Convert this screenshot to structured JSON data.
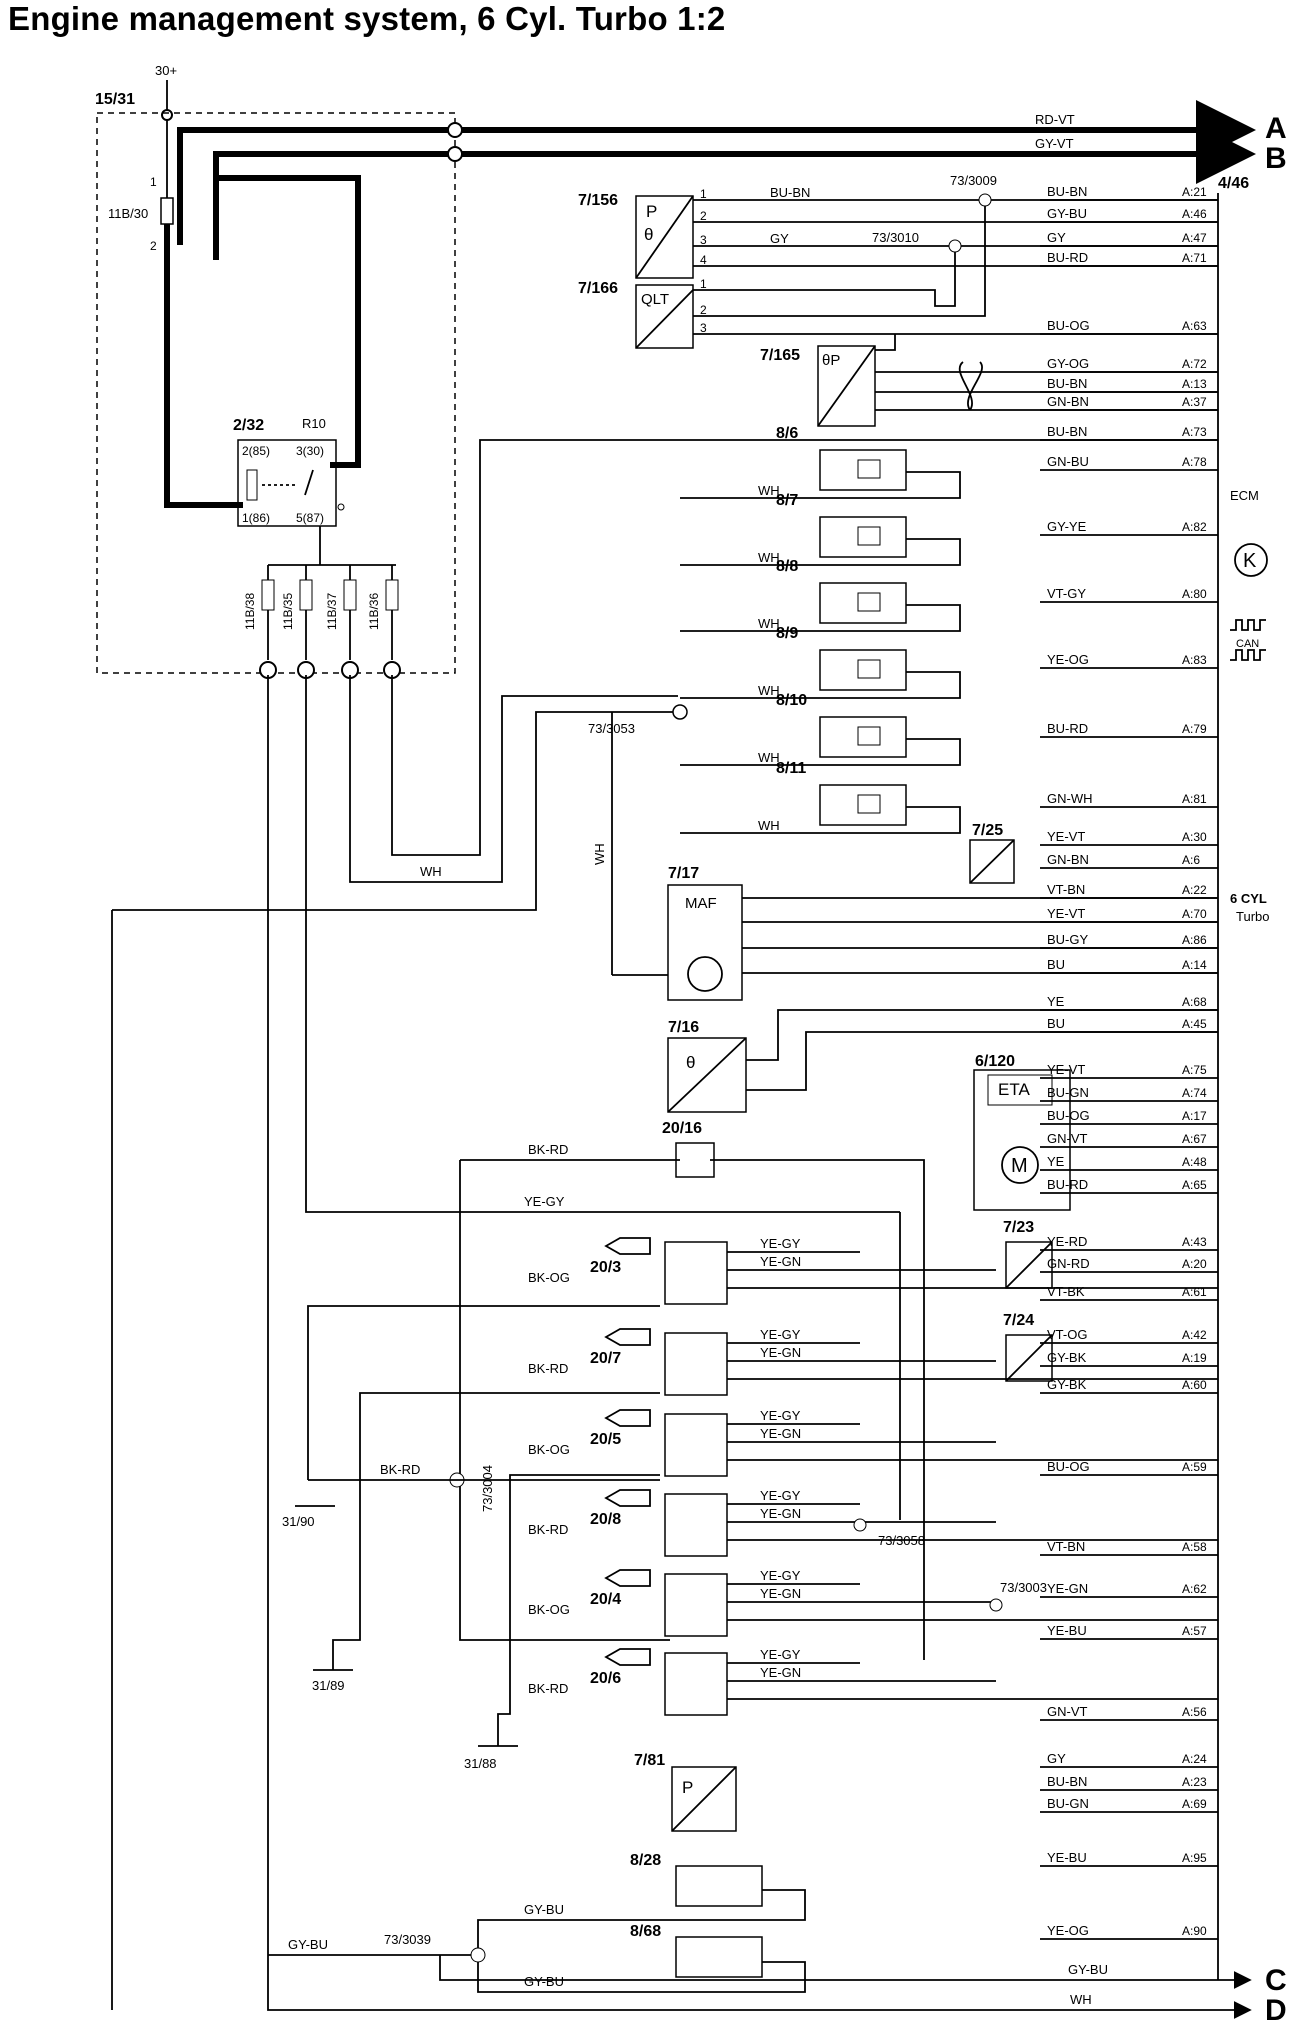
{
  "title": "Engine management system, 6 Cyl. Turbo 1:2",
  "supply": {
    "terminal": "30+",
    "module": "15/31",
    "fuse_main": "11B/30",
    "relay": "2/32",
    "relay_name": "R10"
  },
  "relay_pins": [
    "2(85)",
    "3(30)",
    "1(86)",
    "5(87)"
  ],
  "fuses": [
    "11B/38",
    "11B/35",
    "11B/37",
    "11B/36"
  ],
  "outputs": [
    {
      "letter": "A",
      "wire": "RD-VT"
    },
    {
      "letter": "B",
      "wire": "GY-VT"
    },
    {
      "letter": "C",
      "wire": "GY-BU"
    },
    {
      "letter": "D",
      "wire": "WH"
    }
  ],
  "ecm": {
    "connector": "4/46",
    "name": "ECM",
    "variant_line1": "6 CYL",
    "variant_line2": "Turbo",
    "can": "CAN"
  },
  "ecm_pins": [
    {
      "wire": "BU-BN",
      "pin": "A:21"
    },
    {
      "wire": "GY-BU",
      "pin": "A:46"
    },
    {
      "wire": "GY",
      "pin": "A:47"
    },
    {
      "wire": "BU-RD",
      "pin": "A:71"
    },
    {
      "wire": "BU-OG",
      "pin": "A:63"
    },
    {
      "wire": "GY-OG",
      "pin": "A:72"
    },
    {
      "wire": "BU-BN",
      "pin": "A:13"
    },
    {
      "wire": "GN-BN",
      "pin": "A:37"
    },
    {
      "wire": "BU-BN",
      "pin": "A:73"
    },
    {
      "wire": "GN-BU",
      "pin": "A:78"
    },
    {
      "wire": "GY-YE",
      "pin": "A:82"
    },
    {
      "wire": "VT-GY",
      "pin": "A:80"
    },
    {
      "wire": "YE-OG",
      "pin": "A:83"
    },
    {
      "wire": "BU-RD",
      "pin": "A:79"
    },
    {
      "wire": "GN-WH",
      "pin": "A:81"
    },
    {
      "wire": "YE-VT",
      "pin": "A:30"
    },
    {
      "wire": "GN-BN",
      "pin": "A:6"
    },
    {
      "wire": "VT-BN",
      "pin": "A:22"
    },
    {
      "wire": "YE-VT",
      "pin": "A:70"
    },
    {
      "wire": "BU-GY",
      "pin": "A:86"
    },
    {
      "wire": "BU",
      "pin": "A:14"
    },
    {
      "wire": "YE",
      "pin": "A:68"
    },
    {
      "wire": "BU",
      "pin": "A:45"
    },
    {
      "wire": "YE-VT",
      "pin": "A:75"
    },
    {
      "wire": "BU-GN",
      "pin": "A:74"
    },
    {
      "wire": "BU-OG",
      "pin": "A:17"
    },
    {
      "wire": "GN-VT",
      "pin": "A:67"
    },
    {
      "wire": "YE",
      "pin": "A:48"
    },
    {
      "wire": "BU-RD",
      "pin": "A:65"
    },
    {
      "wire": "YE-RD",
      "pin": "A:43"
    },
    {
      "wire": "GN-RD",
      "pin": "A:20"
    },
    {
      "wire": "VT-BK",
      "pin": "A:61"
    },
    {
      "wire": "VT-OG",
      "pin": "A:42"
    },
    {
      "wire": "GY-BK",
      "pin": "A:19"
    },
    {
      "wire": "GY-BK",
      "pin": "A:60"
    },
    {
      "wire": "BU-OG",
      "pin": "A:59"
    },
    {
      "wire": "VT-BN",
      "pin": "A:58"
    },
    {
      "wire": "YE-GN",
      "pin": "A:62"
    },
    {
      "wire": "YE-BU",
      "pin": "A:57"
    },
    {
      "wire": "GN-VT",
      "pin": "A:56"
    },
    {
      "wire": "GY",
      "pin": "A:24"
    },
    {
      "wire": "BU-BN",
      "pin": "A:23"
    },
    {
      "wire": "BU-GN",
      "pin": "A:69"
    },
    {
      "wire": "YE-BU",
      "pin": "A:95"
    },
    {
      "wire": "YE-OG",
      "pin": "A:90"
    }
  ],
  "components": {
    "c7_156": "7/156",
    "c7_166": "7/166",
    "c7_165": "7/165",
    "c7_17": "7/17",
    "c7_16": "7/16",
    "c7_25": "7/25",
    "c6_120": "6/120",
    "c20_16": "20/16",
    "c7_23": "7/23",
    "c7_24": "7/24",
    "c7_81": "7/81",
    "c8_28": "8/28",
    "c8_68": "8/68",
    "maf": "MAF",
    "qlt": "QLT",
    "eta": "ETA"
  },
  "injectors": [
    "8/6",
    "8/7",
    "8/8",
    "8/9",
    "8/10",
    "8/11"
  ],
  "coils": [
    "20/3",
    "20/7",
    "20/5",
    "20/8",
    "20/4",
    "20/6"
  ],
  "coil_wires": {
    "w1": "YE-GY",
    "w2": "YE-GN"
  },
  "grounds": [
    "31/90",
    "31/89",
    "31/88"
  ],
  "splices": {
    "s3009": "73/3009",
    "s3010": "73/3010",
    "s3053": "73/3053",
    "s3004": "73/3004",
    "s3058": "73/3058",
    "s3003": "73/3003",
    "s3039": "73/3039"
  },
  "misc_wires": {
    "wh": "WH",
    "gy": "GY",
    "bu_bn": "BU-BN",
    "bk_rd": "BK-RD",
    "ye_gy": "YE-GY",
    "bk_og": "BK-OG",
    "gy_bu": "GY-BU"
  }
}
